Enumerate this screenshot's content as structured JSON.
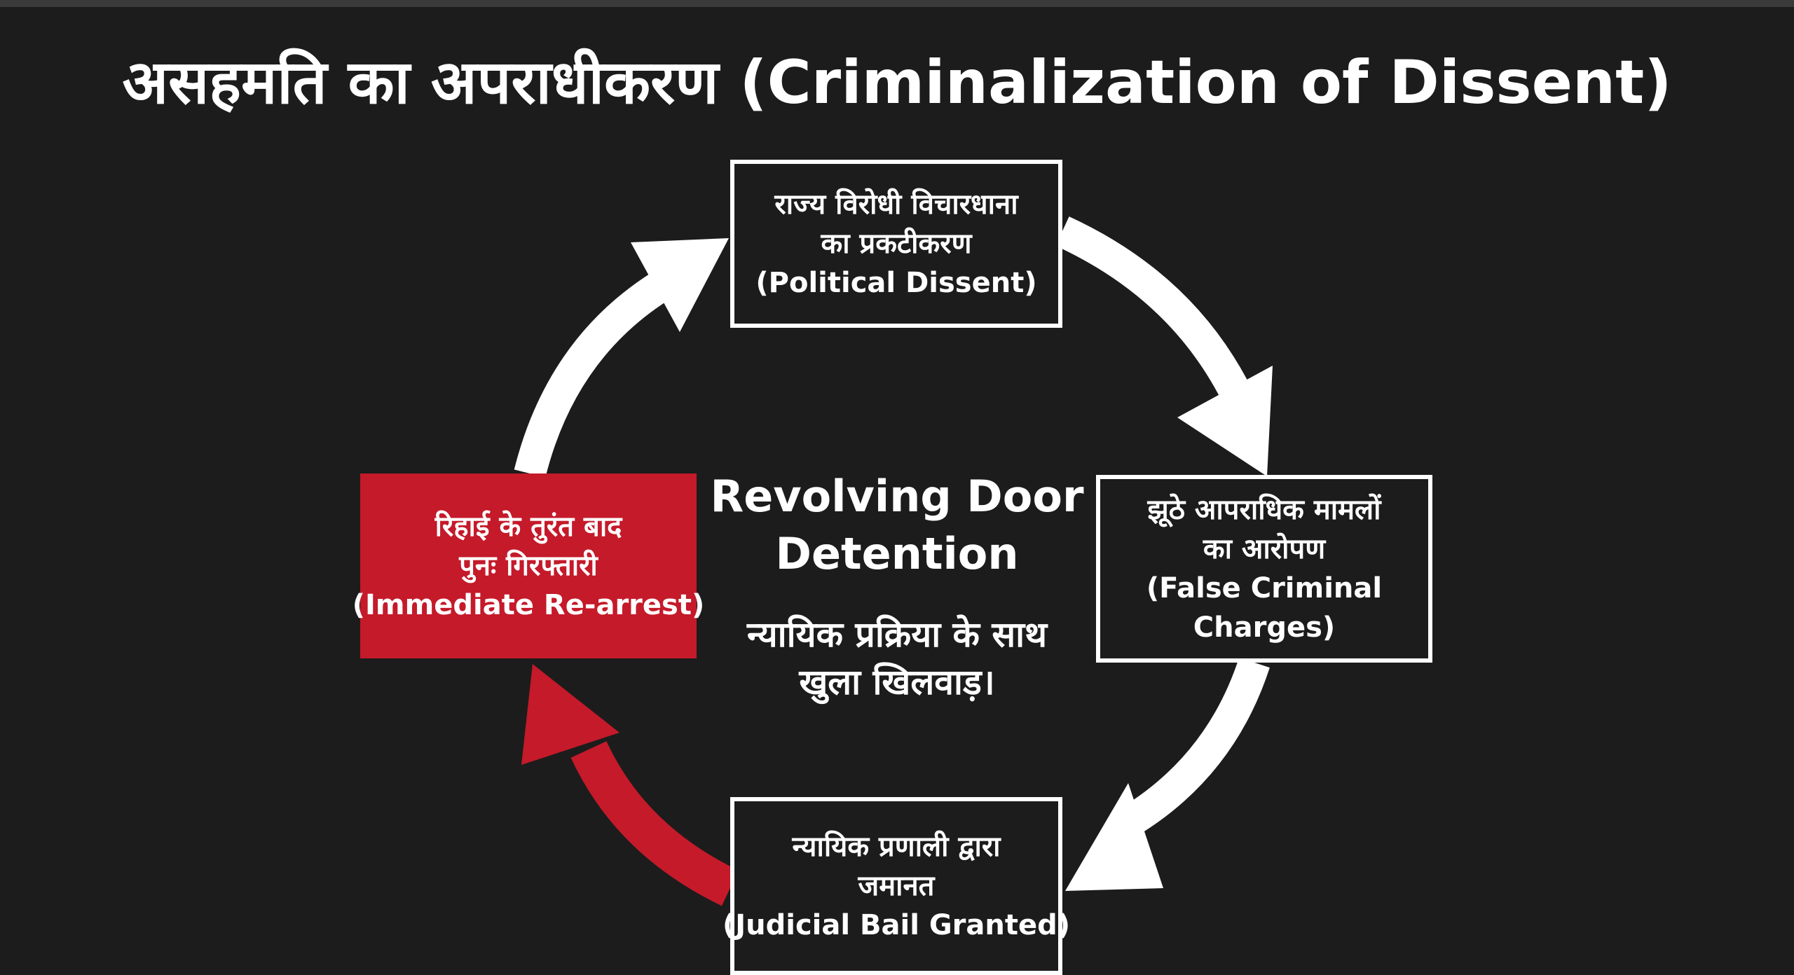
{
  "title": "असहमति का अपराधीकरण (Criminalization of Dissent)",
  "center": {
    "title_line1": "Revolving Door",
    "title_line2": "Detention",
    "subtitle_line1": "न्यायिक प्रक्रिया के साथ",
    "subtitle_line2": "खुला खिलवाड़।"
  },
  "nodes": {
    "dissent": {
      "line1": "राज्य विरोधी विचारधाना",
      "line2": "का प्रकटीकरण",
      "line3": "(Political Dissent)"
    },
    "charges": {
      "line1": "झूठे आपराधिक मामलों",
      "line2": "का आरोपण",
      "line3": "(False Criminal",
      "line4": "Charges)"
    },
    "bail": {
      "line1": "न्यायिक प्रणाली द्वारा",
      "line2": "जमानत",
      "line3": "(Judicial Bail Granted)"
    },
    "rearrest": {
      "line1": "रिहाई के तुरंत बाद",
      "line2": "पुनः गिरफ्तारी",
      "line3": "(Immediate Re-arrest)"
    }
  },
  "colors": {
    "background": "#1c1c1c",
    "foreground": "#ffffff",
    "accent_red": "#c41a2a"
  }
}
